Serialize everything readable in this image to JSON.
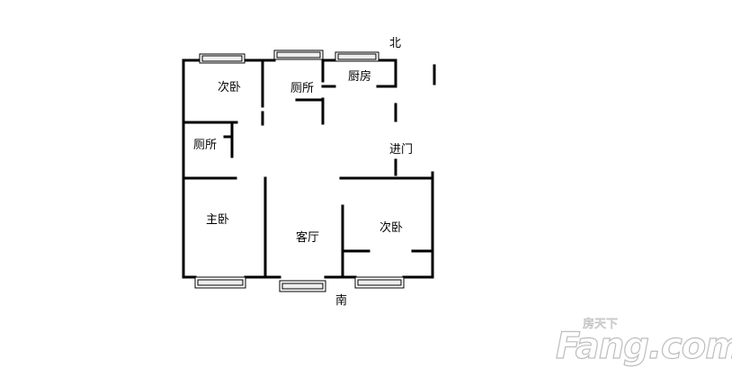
{
  "labels": {
    "north": "北",
    "south": "南",
    "entrance": "进门",
    "bedroom_top": "次卧",
    "toilet_top": "厕所",
    "kitchen": "厨房",
    "toilet_left": "厕所",
    "master_bedroom": "主卧",
    "living_room": "客厅",
    "bedroom_right": "次卧"
  },
  "watermark": {
    "brand_cn": "房天下",
    "domain": "Fang.com"
  },
  "colors": {
    "wall": "#000000",
    "window_fill": "#eeeeee",
    "watermark_stroke": "#bdbdbd"
  }
}
